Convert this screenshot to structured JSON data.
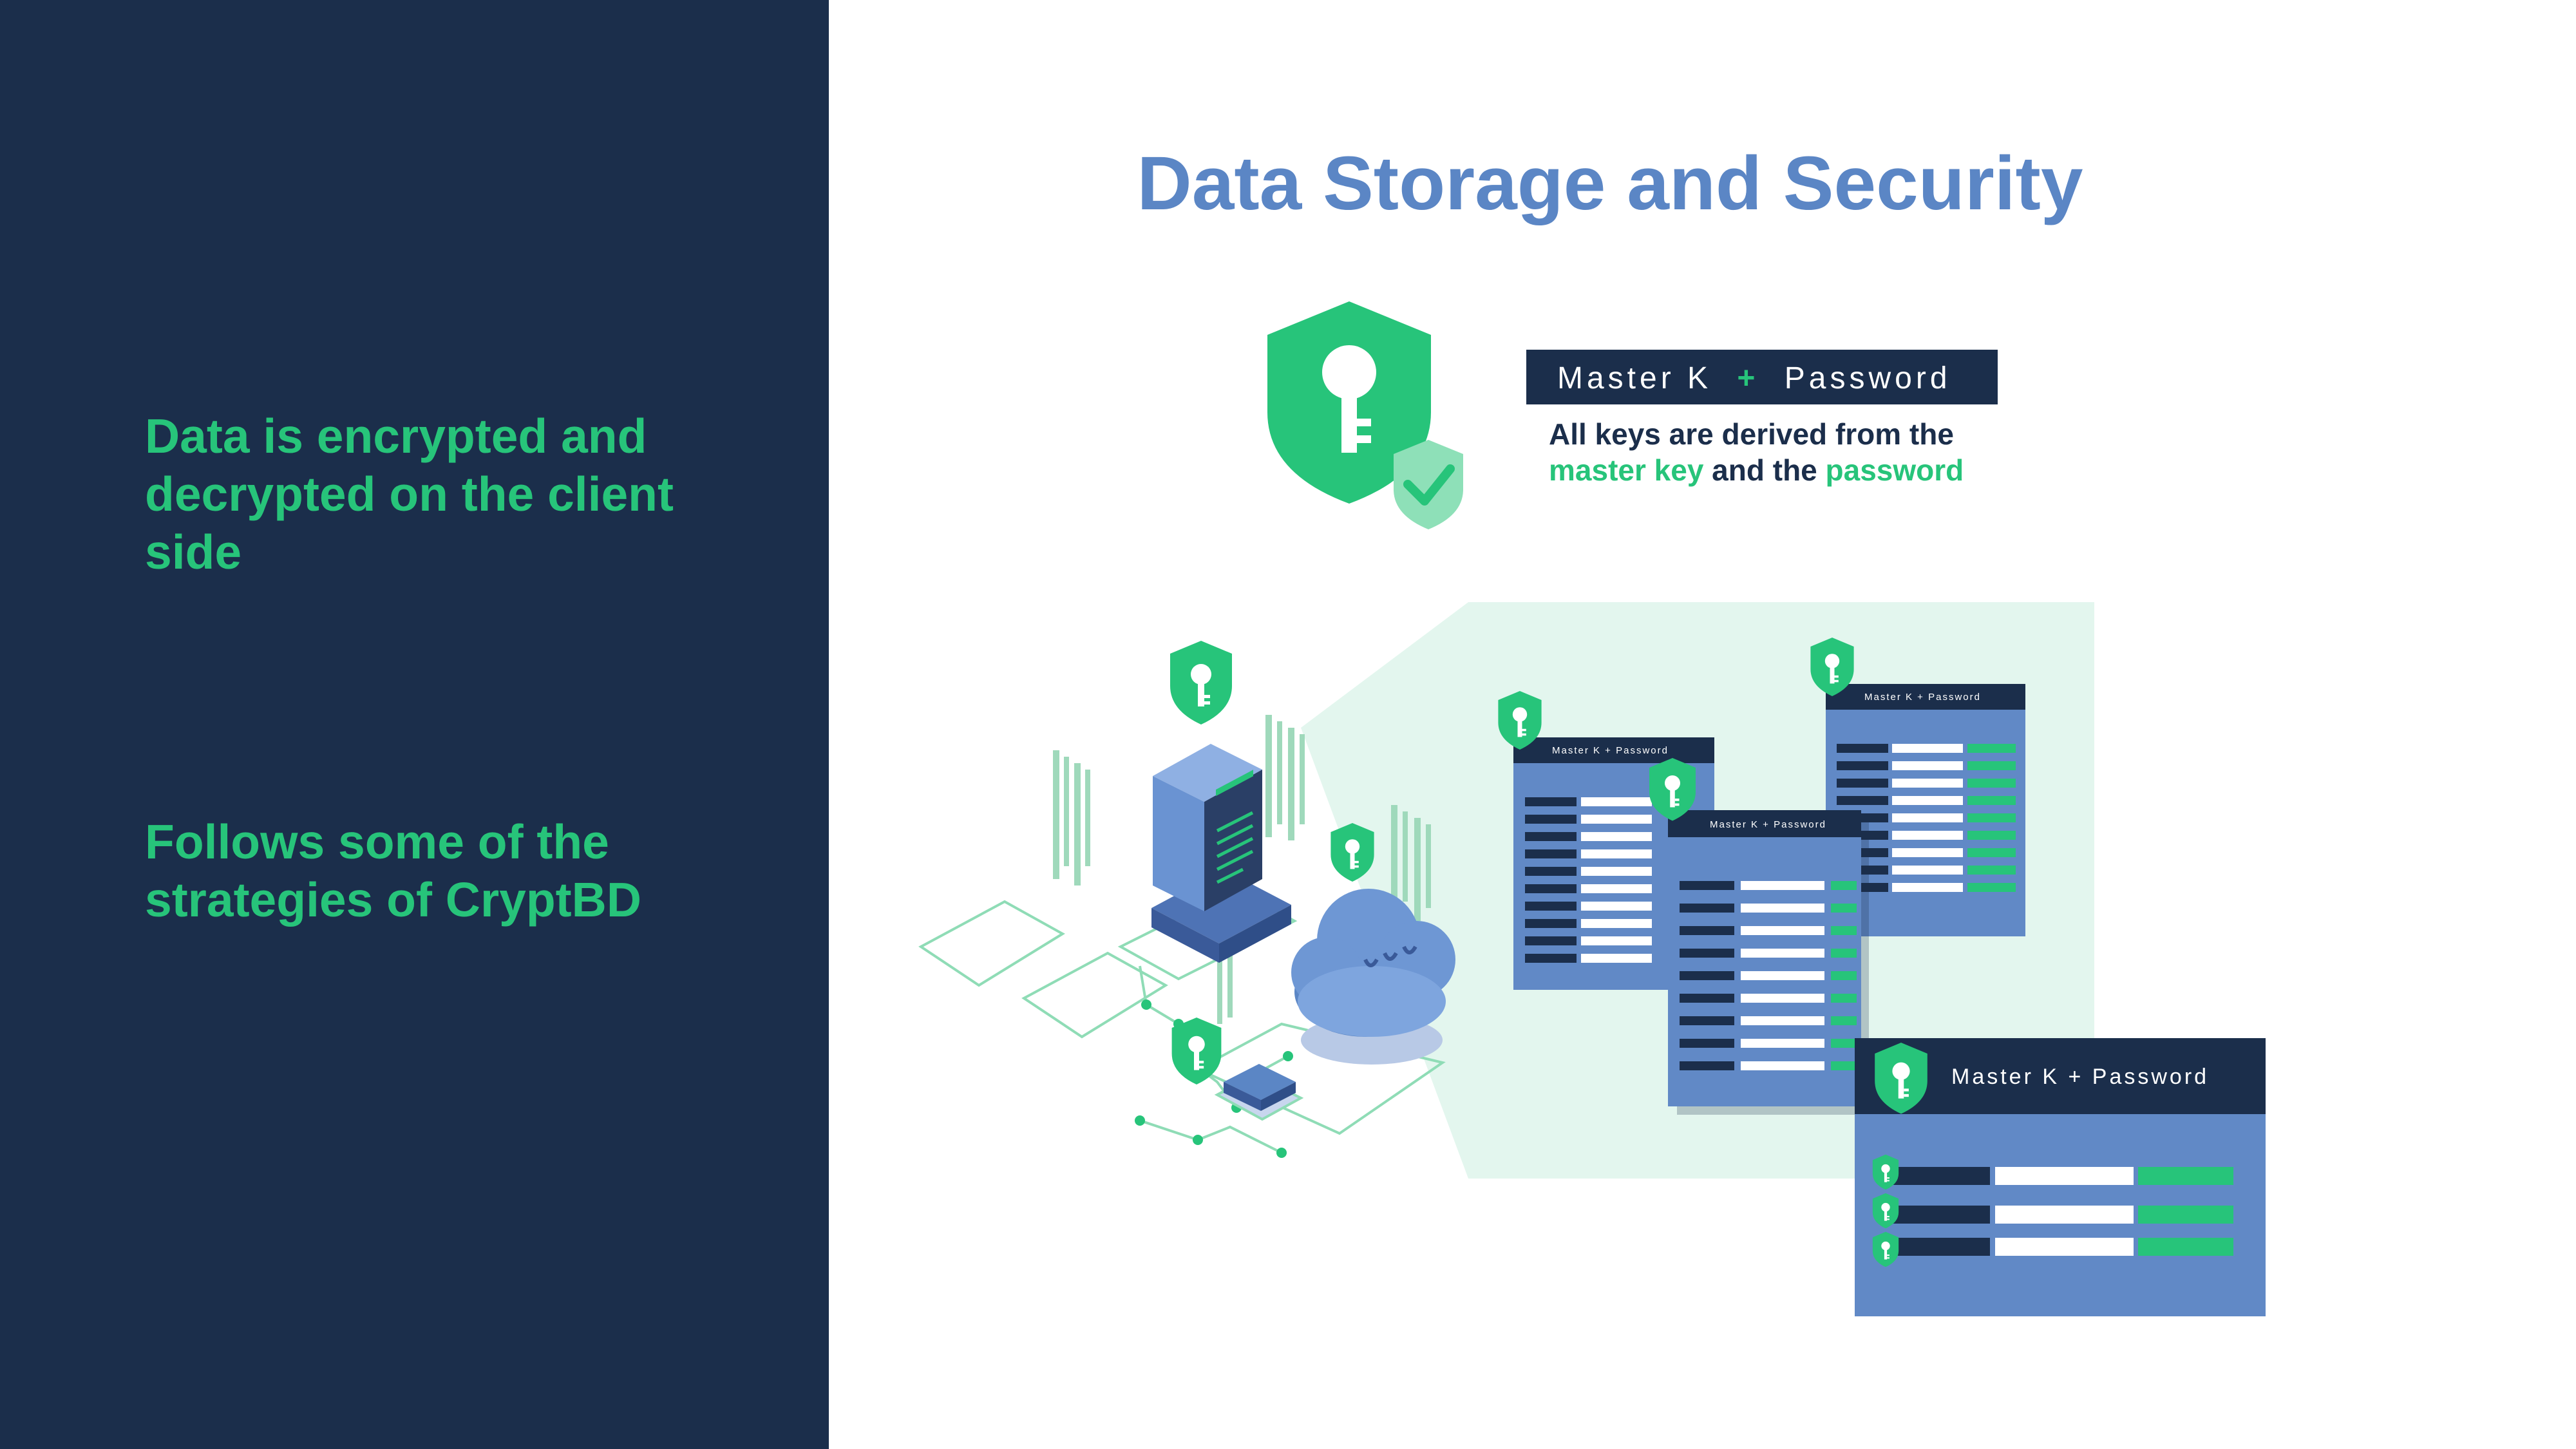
{
  "slide": {
    "title": "Data Storage and Security",
    "bullets": [
      "Data is encrypted and decrypted on the client side",
      "Follows some of the strategies of CryptBD"
    ],
    "master_label": {
      "left": "Master K",
      "plus": "+",
      "right": "Password"
    },
    "caption": {
      "line1": "All keys are derived from the",
      "hl1": "master key",
      "mid": " and the ",
      "hl2": "password"
    },
    "mini_label": "Master K + Password"
  },
  "colors": {
    "panel": "#1b2e4b",
    "accent_green": "#27c47a",
    "title_blue": "#5b86c5",
    "card_blue": "#6189c6",
    "light_green": "#e3f6ee"
  },
  "icons": [
    "shield-key-icon",
    "server-icon",
    "cloud-icon",
    "checkmark-icon"
  ]
}
